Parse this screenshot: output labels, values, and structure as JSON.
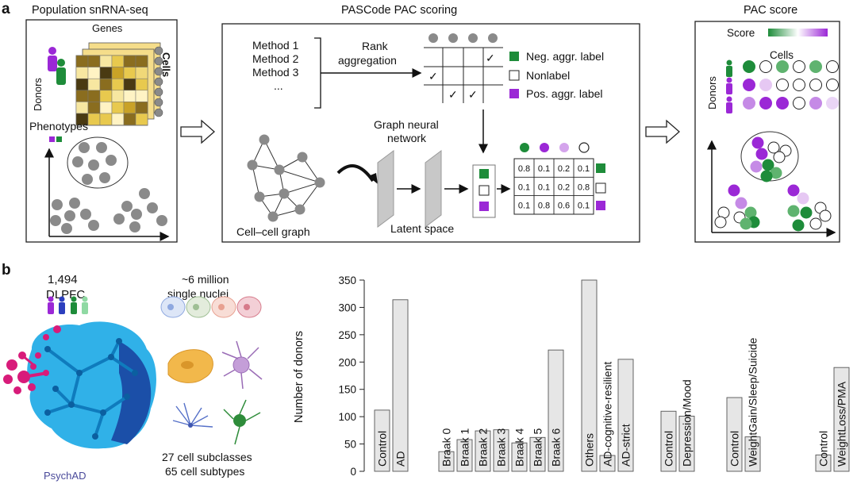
{
  "panel_a": {
    "label": "a",
    "left": {
      "title": "Population snRNA-seq",
      "genes": "Genes",
      "cells": "Cells",
      "donors": "Donors",
      "phenotypes": "Phenotypes"
    },
    "middle": {
      "title": "PASCode PAC scoring",
      "methods": [
        "Method 1",
        "Method 2",
        "Method 3",
        "..."
      ],
      "rank_agg": [
        "Rank",
        "aggregation"
      ],
      "legend": [
        "Neg. aggr. label",
        "Nonlabel",
        "Pos. aggr. label"
      ],
      "gnn": [
        "Graph neural",
        "network"
      ],
      "cell_graph": "Cell–cell graph",
      "latent": "Latent space",
      "matrix": [
        [
          "0.8",
          "0.1",
          "0.2",
          "0.1"
        ],
        [
          "0.1",
          "0.1",
          "0.2",
          "0.8"
        ],
        [
          "0.1",
          "0.8",
          "0.6",
          "0.1"
        ]
      ],
      "check": "✓"
    },
    "right": {
      "title": "PAC score",
      "score": "Score",
      "cells": "Cells",
      "donors": "Donors"
    }
  },
  "panel_b": {
    "label": "b",
    "count": "1,494",
    "region": "DLPFC",
    "nuclei": [
      "~6 million",
      "single nuclei"
    ],
    "subclasses": "27 cell subclasses",
    "subtypes": "65 cell subtypes",
    "logo": "PsychAD"
  },
  "colors": {
    "green": "#1e8c3a",
    "purple": "#9b28d6",
    "neg_label": "#1e8c3a",
    "pos_label": "#9b28d6",
    "brain_blue": "#1aa9e6",
    "brain_magenta": "#d81b7a",
    "bar_fill": "#e6e6e6"
  },
  "chart_data": {
    "type": "bar",
    "ylabel": "Number of donors",
    "ylim": [
      0,
      350
    ],
    "yticks": [
      0,
      50,
      100,
      150,
      200,
      250,
      300,
      350
    ],
    "groups": [
      {
        "categories": [
          "Control",
          "AD"
        ],
        "values": [
          112,
          314
        ]
      },
      {
        "categories": [
          "Braak 0",
          "Braak 1",
          "Braak 2",
          "Braak 3",
          "Braak 4",
          "Braak 5",
          "Braak 6"
        ],
        "values": [
          36,
          58,
          74,
          76,
          52,
          62,
          222
        ]
      },
      {
        "categories": [
          "Others",
          "AD-cognitive-resilient",
          "AD-strict"
        ],
        "values": [
          350,
          29,
          205
        ]
      },
      {
        "categories": [
          "Control",
          "Depression/Mood"
        ],
        "values": [
          110,
          101
        ]
      },
      {
        "categories": [
          "Control",
          "WeightGain/Sleep/Suicide"
        ],
        "values": [
          135,
          63
        ]
      },
      {
        "categories": [
          "Control",
          "WeightLoss/PMA"
        ],
        "values": [
          30,
          190
        ]
      }
    ]
  }
}
